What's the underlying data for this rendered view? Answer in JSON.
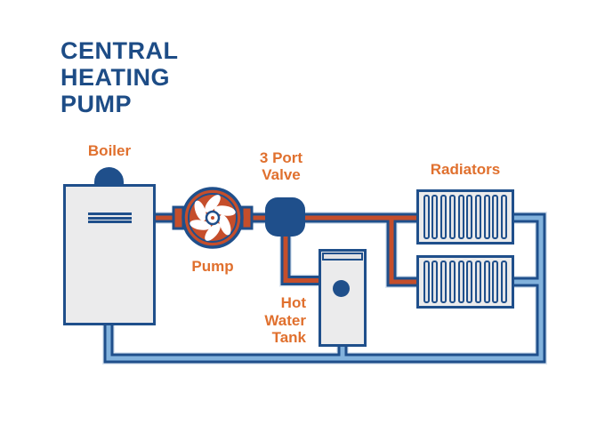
{
  "title": {
    "lines": [
      "CENTRAL",
      "HEATING",
      "PUMP"
    ]
  },
  "labels": {
    "boiler": "Boiler",
    "pump": "Pump",
    "valve": [
      "3 Port",
      "Valve"
    ],
    "radiators": "Radiators",
    "tank": [
      "Hot",
      "Water",
      "Tank"
    ]
  },
  "colors": {
    "dark_blue": "#1f4f8b",
    "title_blue": "#1d4c86",
    "label_orange": "#e0702e",
    "hot_pipe_orange": "#c54e2b",
    "return_pipe_blue": "#82b2dc",
    "pipe_halo": "#dde7f2",
    "component_fill": "#ebebec",
    "fin_fill": "#e4e4e7"
  },
  "diagram": {
    "type": "central-heating-schematic",
    "components": [
      "boiler",
      "pump",
      "3-port-valve",
      "hot-water-tank",
      "radiator-1",
      "radiator-2"
    ],
    "hot_circuit": "boiler → pump → 3 port valve → radiators / hot water tank",
    "return_circuit": "radiators + hot water tank → boiler"
  }
}
